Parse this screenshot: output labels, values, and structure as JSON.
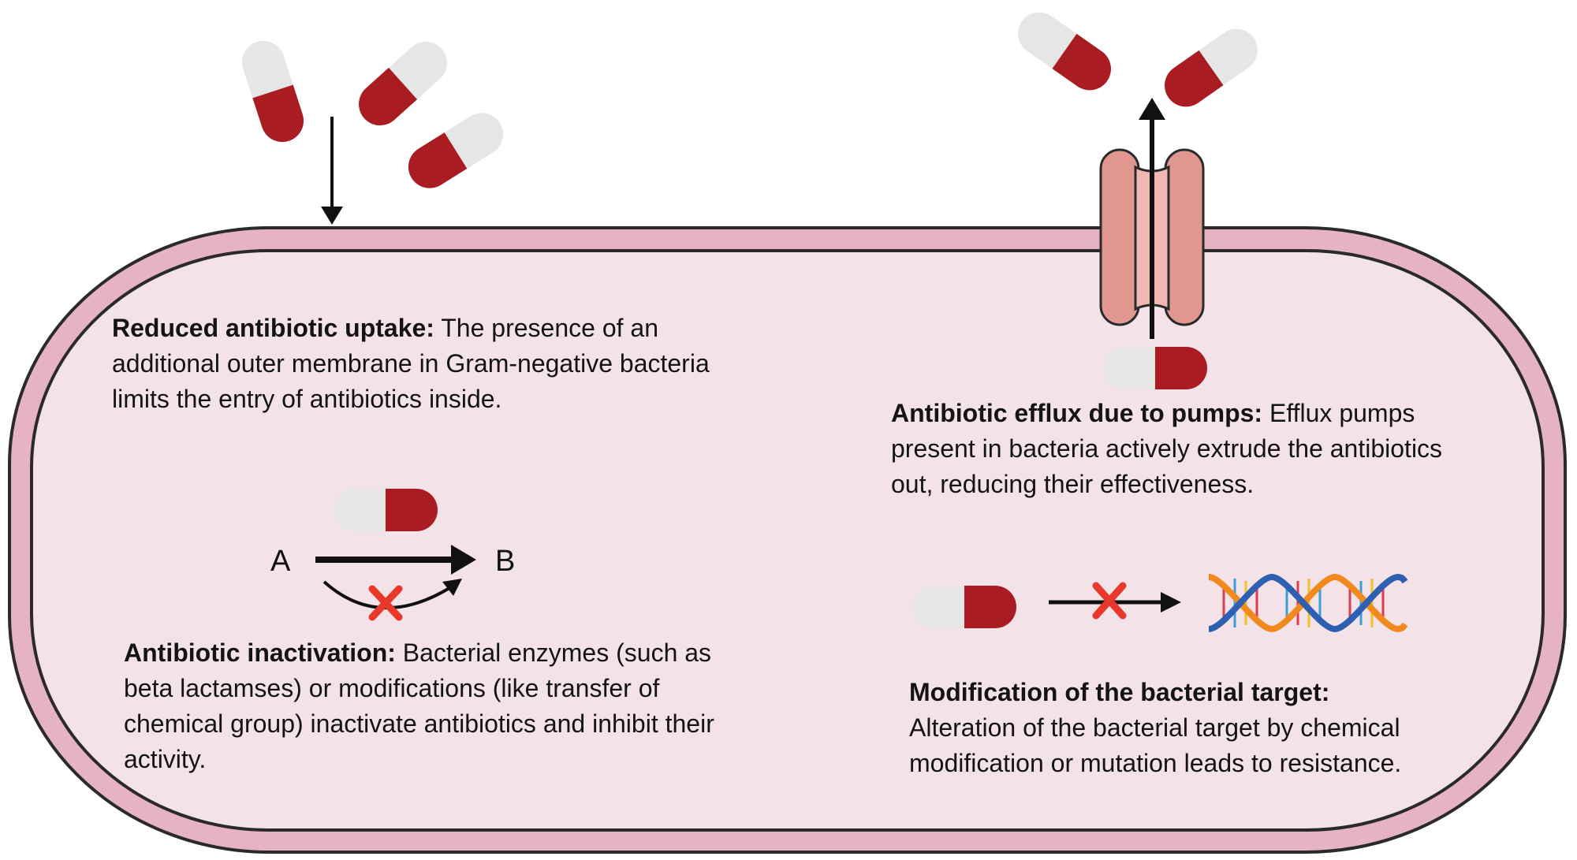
{
  "mechanisms": {
    "uptake": {
      "heading": "Reduced antibiotic uptake:",
      "body": "The presence of an additional outer membrane in Gram-negative bacteria limits the entry of antibiotics inside."
    },
    "efflux": {
      "heading": "Antibiotic efflux due to pumps:",
      "body": "Efflux pumps present in bacteria actively extrude the antibiotics out, reducing their effectiveness."
    },
    "inactivation": {
      "heading": "Antibiotic inactivation:",
      "body": "Bacterial enzymes (such as beta lactamses) or modifications (like transfer of chemical group) inactivate antibiotics and inhibit their activity.",
      "label_a": "A",
      "label_b": "B"
    },
    "target": {
      "heading": "Modification of the bacterial target:",
      "body": "Alteration of the bacterial target by chemical modification or mutation leads to resistance."
    }
  },
  "colors": {
    "membrane_outer": "#e5b3c3",
    "cell_interior": "#f3e3e8",
    "outline": "#2a2a2a",
    "capsule_red": "#a81c22",
    "capsule_white": "#e6e6e6",
    "pump": "#e0978f",
    "pump_channel": "#f0b8b1",
    "cross": "#e8382b",
    "dna_strand_a": "#f08a1f",
    "dna_strand_b": "#2e5fb0"
  }
}
